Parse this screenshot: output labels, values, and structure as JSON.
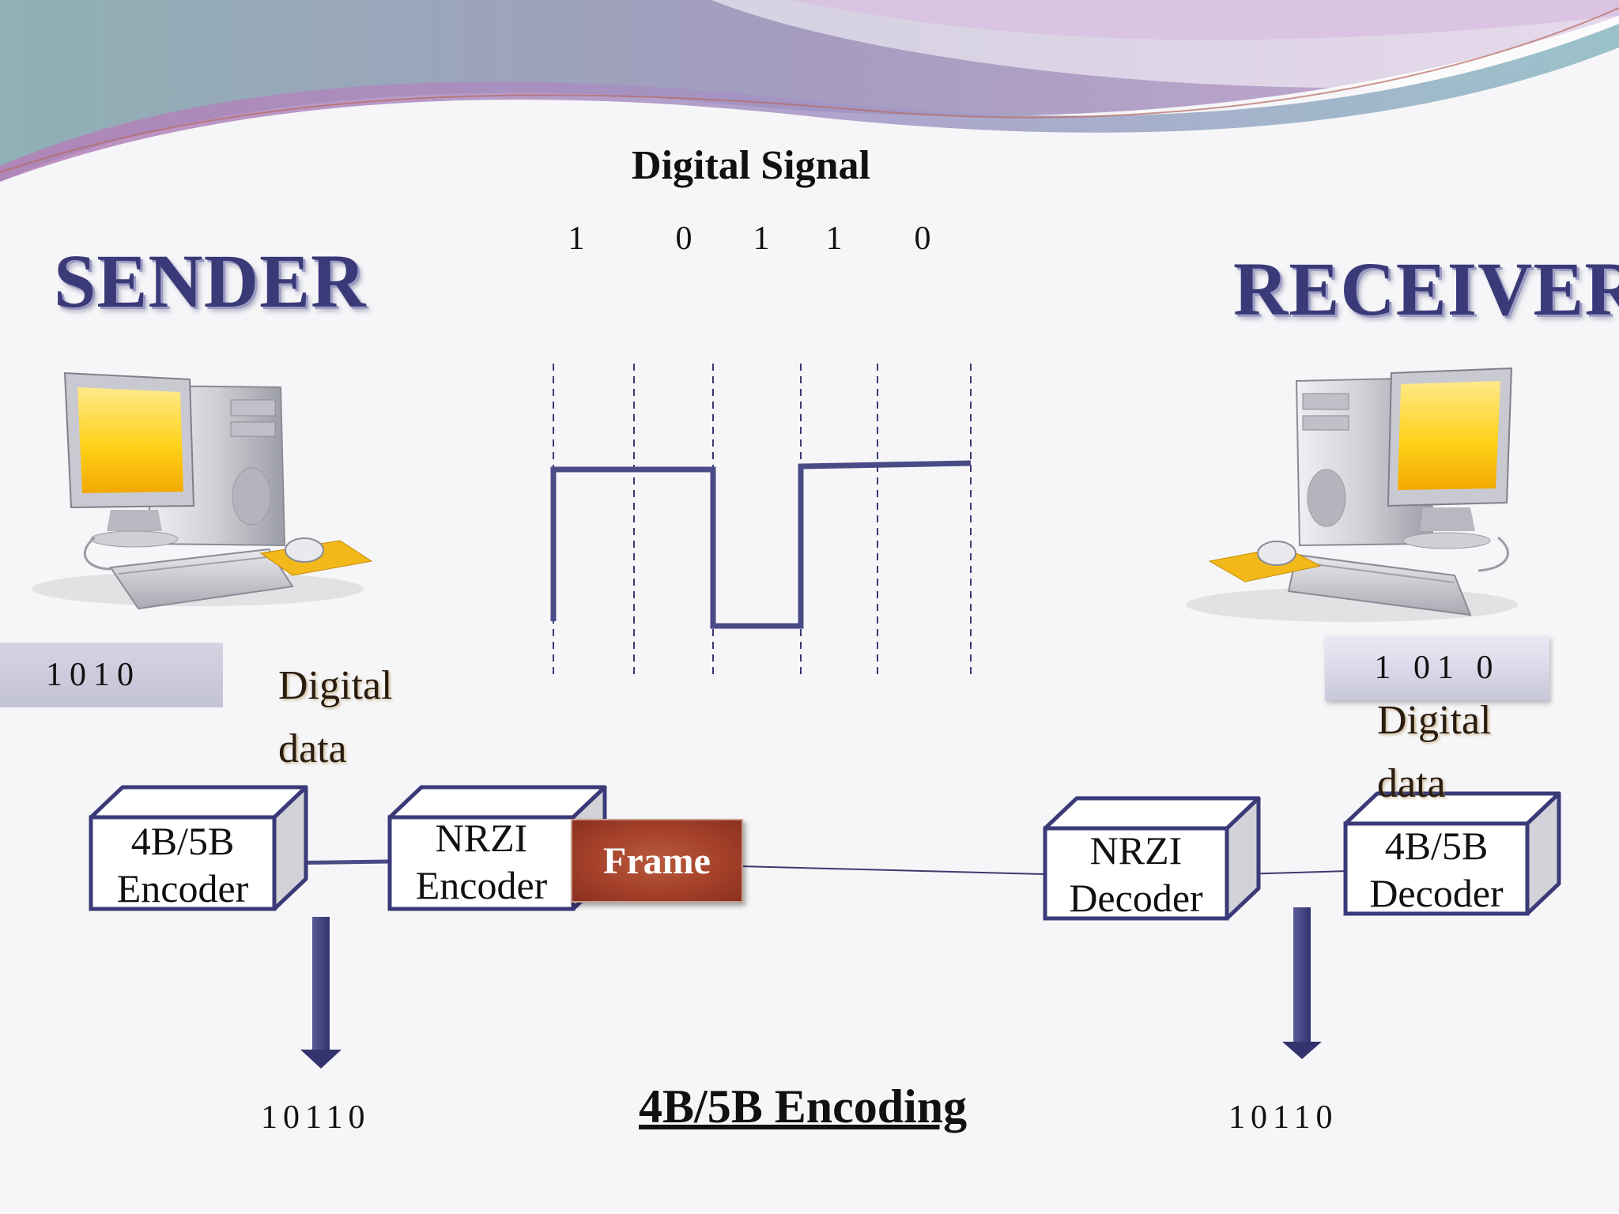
{
  "title": "Digital Signal",
  "bits": [
    "1",
    "0",
    "1",
    "1",
    "0"
  ],
  "sender": {
    "label": "SENDER",
    "input_data": "1010",
    "data_label": [
      "Digital",
      "data"
    ],
    "encoder_4b5b": [
      "4B/5B",
      "Encoder"
    ],
    "nrzi_encoder": [
      "NRZI",
      "Encoder"
    ],
    "frame_label": "Frame",
    "output_bits": "10110"
  },
  "receiver": {
    "label": "RECEIVER",
    "input_data": "1 01 0",
    "data_label": [
      "Digital",
      "data"
    ],
    "nrzi_decoder": [
      "NRZI",
      "Decoder"
    ],
    "decoder_4b5b": [
      "4B/5B",
      "Decoder"
    ],
    "output_bits": "10110"
  },
  "caption": "4B/5B Encoding",
  "colors": {
    "signal": "#4a4a86",
    "box_stroke": "#3a3a78",
    "arrow": "#3e3e7e",
    "frame": "#a5412a",
    "monitor_screen": "#ffd21a",
    "label_text": "#3a3a78"
  }
}
